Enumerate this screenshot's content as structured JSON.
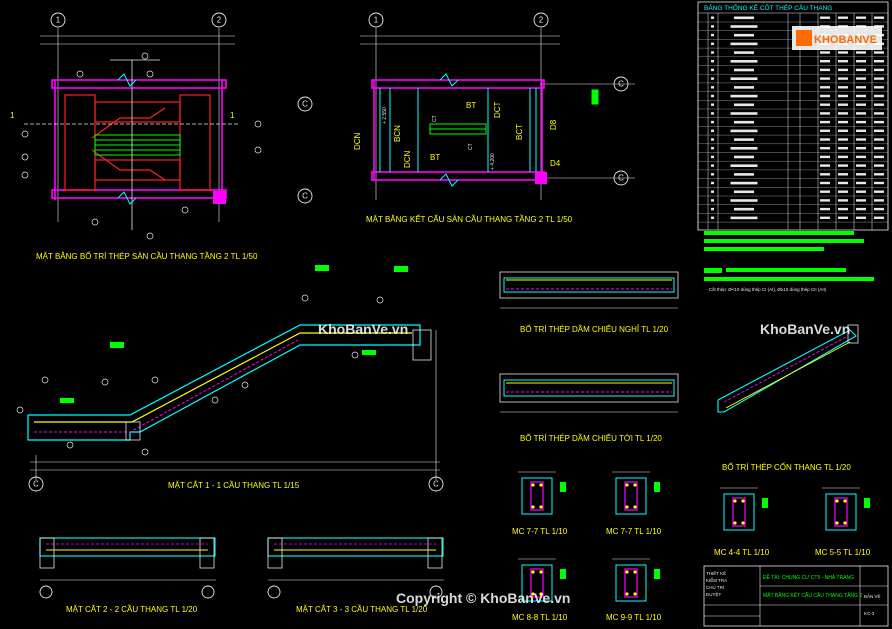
{
  "watermark": {
    "text": "KhoBanVe.vn",
    "footer_text": "Copyright © KhoBanVe.vn",
    "logo_text": "KHOBANVE"
  },
  "plan_views": {
    "left_title": "MẶT BẰNG BỐ TRÍ THÉP SÀN CẦU THANG TẦNG 2  TL 1/50",
    "right_title": "MẶT BẰNG KẾT CẤU SÀN CẦU THANG TẦNG 2  TL 1/50",
    "grid_top": [
      "1",
      "2"
    ],
    "grid_side": "C",
    "section_mark": "1",
    "right_labels": [
      "DCN",
      "BCN",
      "DCN",
      "BT",
      "BT",
      "DCT",
      "BCT",
      "D8",
      "D4",
      "CT",
      "CT"
    ],
    "right_levels": [
      "+ 2.550",
      "+ 4.200"
    ]
  },
  "sections": {
    "s11_title": "MẶT CẮT 1 - 1 CẦU THANG TL 1/15",
    "s22_title": "MẶT CẮT 2 - 2 CẦU THANG TL 1/20",
    "s33_title": "MẶT CẮT 3 - 3 CẦU THANG TL 1/20",
    "beam1_title": "BỐ TRÍ THÉP DẦM CHIẾU NGHỈ TL 1/20",
    "beam2_title": "BỐ TRÍ THÉP DẦM CHIẾU TỚI TL 1/20",
    "cross_title": "BỐ TRÍ THÉP CỐN THANG TL 1/20",
    "mc_titles": [
      "MC 7-7  TL 1/10",
      "MC 7-7  TL 1/10",
      "MC 4-4  TL 1/10",
      "MC 5-5  TL 1/10",
      "MC 8-8  TL 1/10",
      "MC 9-9  TL 1/10"
    ]
  },
  "schedule": {
    "title": "BẢNG THỐNG KÊ CỐT THÉP CẦU THANG",
    "note": "- Cốt thép: Ø<10 dùng thép CI (AI), Ø≥10 dùng thép CII (AII)"
  },
  "title_block": {
    "rows_left": [
      "THIẾT KẾ",
      "KIỂM TRA",
      "CHỦ TRÌ",
      "DUYỆT"
    ],
    "project": "ĐỀ TÀI: CHUNG CƯ CT5 - NHÀ TRANG",
    "drawing": "MẶT BẰNG KẾT CẤU CẦU THANG TẦNG 2",
    "labels": [
      "BẢN VẼ",
      "KC-3"
    ]
  },
  "colors": {
    "bg": "#000000",
    "cyan": "#00ffff",
    "magenta": "#ff00ff",
    "red": "#ff2020",
    "green": "#00ff00",
    "yellow": "#ffff00",
    "white": "#e8e8e8"
  }
}
